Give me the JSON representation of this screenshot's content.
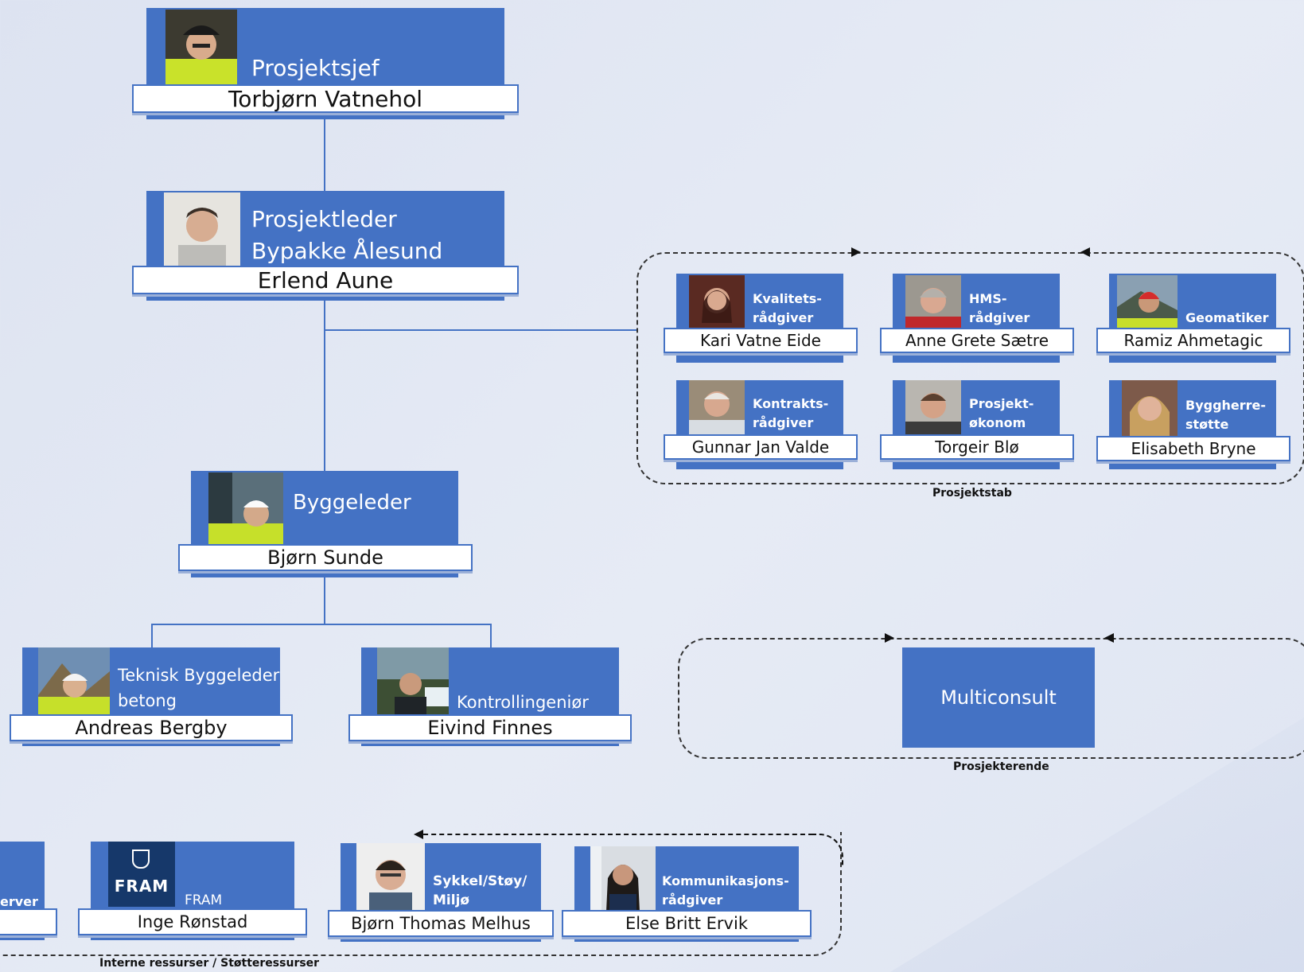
{
  "top_chain": {
    "prosjektsjef": {
      "role": "Prosjektsjef",
      "name": "Torbjørn Vatnehol"
    },
    "prosjektleder": {
      "role_line1": "Prosjektleder",
      "role_line2": "Bypakke Ålesund",
      "name": "Erlend Aune"
    },
    "byggeleder": {
      "role": "Byggeleder",
      "name": "Bjørn Sunde"
    }
  },
  "site_team": [
    {
      "role_line1": "Teknisk Byggeleder",
      "role_line2": "betong",
      "name": "Andreas Bergby"
    },
    {
      "role_line1": "Kontrollingeniør",
      "role_line2": "",
      "name": "Eivind Finnes"
    }
  ],
  "prosjektstab": {
    "label": "Prosjektstab",
    "members": [
      {
        "role_line1": "Kvalitets-",
        "role_line2": "rådgiver",
        "name": "Kari Vatne Eide"
      },
      {
        "role_line1": "HMS-",
        "role_line2": "rådgiver",
        "name": "Anne Grete Sætre"
      },
      {
        "role_line1": "",
        "role_line2": "Geomatiker",
        "name": "Ramiz Ahmetagic"
      },
      {
        "role_line1": "Kontrakts-",
        "role_line2": "rådgiver",
        "name": "Gunnar Jan Valde"
      },
      {
        "role_line1": "Prosjekt-",
        "role_line2": "økonom",
        "name": "Torgeir Blø"
      },
      {
        "role_line1": "Byggherre-",
        "role_line2": "støtte",
        "name": "Elisabeth Bryne"
      }
    ]
  },
  "prosjekterende": {
    "label": "Prosjekterende",
    "company": "Multiconsult"
  },
  "interne": {
    "label": "Interne ressurser / Støtteressurser",
    "members": [
      {
        "role_line1": "",
        "role_line2": "erver",
        "name": ""
      },
      {
        "role_line1": "",
        "role_line2": "FRAM",
        "name": "Inge Rønstad",
        "logo_text": "FRAM"
      },
      {
        "role_line1": "Sykkel/Støy/",
        "role_line2": "Miljø",
        "name": "Bjørn Thomas Melhus"
      },
      {
        "role_line1": "Kommunikasjons-",
        "role_line2": "rådgiver",
        "name": "Else Britt Ervik"
      }
    ]
  },
  "colors": {
    "box_blue": "#4472c4",
    "line_blue": "#4472c4",
    "background": "#e2e7f3"
  }
}
